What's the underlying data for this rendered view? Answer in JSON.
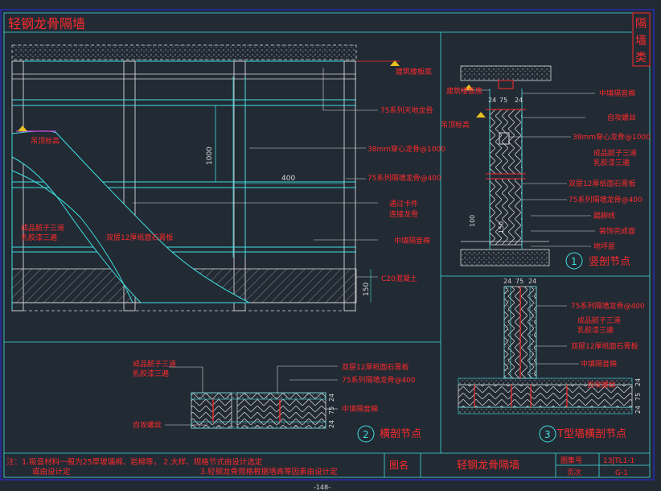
{
  "drawing": {
    "title": "轻钢龙骨隔墙",
    "category": "隔墙类",
    "footer": {
      "note_line1": "注：1.吸音材料一般为25厚玻璃棉、岩棉等，    2.大样、规格节式由设计选定",
      "note_line1b": "或由设计定",
      "note_line2": "3.轻钢龙骨规格根据墙高等因素由设计定",
      "figure_name_label": "图名",
      "figure_name": "轻钢龙骨隔墙",
      "atlas_no_label": "图集号",
      "atlas_no": "13JTL1-1",
      "page_label": "页次",
      "page": "G-1",
      "page_number": "-148-"
    }
  },
  "elevation": {
    "labels": {
      "ceiling": "建筑楼板底",
      "top_runner": "75系列天地龙骨",
      "ceiling_line": "吊顶标高",
      "through_stud": "38mm穿心龙骨@1000",
      "stud": "75系列隔墙龙骨@400",
      "clip": "通过卡件连接龙骨",
      "sound_insulation": "中填隔音棉",
      "concrete": "C20混凝土",
      "putty": "成品腻子三道",
      "latex": "乳胶漆三遍",
      "board": "双层12厚纸面石膏板"
    },
    "dims": {
      "height": "1000",
      "spacing": "400",
      "base": "150"
    }
  },
  "vertical_node": {
    "title": "竖剖节点",
    "number": "1",
    "dims": {
      "a": "24",
      "b": "75",
      "c": "24",
      "d": "100",
      "e": "150"
    },
    "labels": {
      "ceiling": "建筑楼板底",
      "ceiling_line": "吊顶标高",
      "insulation": "中填隔音棉",
      "screw": "自攻螺丝",
      "through_stud": "38mm穿心龙骨@1000",
      "putty": "成品腻子三道",
      "latex": "乳胶漆三遍",
      "board": "双层12厚纸面石膏板",
      "stud": "75系列隔墙龙骨@400",
      "baseboard": "踢脚线",
      "floor": "装饰完成面",
      "slab": "地坪层"
    }
  },
  "horizontal_node": {
    "title": "横剖节点",
    "number": "2",
    "labels": {
      "putty": "成品腻子三道",
      "latex": "乳胶漆三遍",
      "board": "双层12厚纸面石膏板",
      "stud": "75系列隔墙龙骨@400",
      "insulation": "中填隔音棉",
      "screw": "自攻螺丝"
    },
    "dims": {
      "a": "24",
      "b": "75",
      "c": "24"
    }
  },
  "t_node": {
    "title": "T型墙横剖节点",
    "number": "3",
    "dims": {
      "a": "24",
      "b": "75",
      "c": "24"
    },
    "labels": {
      "stud": "75系列隔墙龙骨@400",
      "putty": "成品腻子三道",
      "latex": "乳胶漆三遍",
      "board": "双层12厚纸面石膏板",
      "insulation": "中填隔音棉",
      "screw": "自攻螺丝"
    }
  },
  "colors": {
    "background": "#222a34",
    "frame": "#2a2ad0",
    "cyan": "#3fe0e0",
    "red": "#ff2a2a",
    "white": "#d8d8d8",
    "yellow": "#e8c020",
    "magenta": "#d040d0"
  }
}
